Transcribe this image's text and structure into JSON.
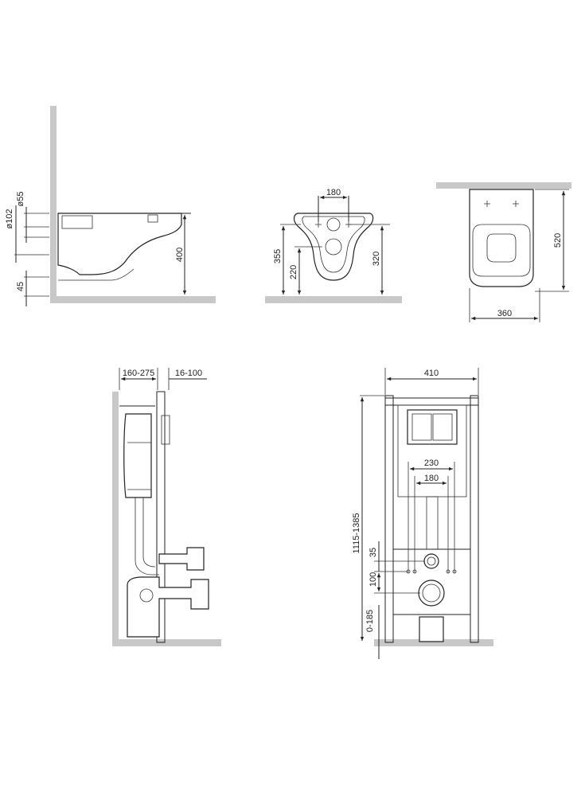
{
  "views": {
    "side_view": {
      "dim_height": "400",
      "dim_d102": "ø102",
      "dim_d55": "ø55",
      "dim_45": "45"
    },
    "front_view": {
      "dim_180": "180",
      "dim_355": "355",
      "dim_220": "220",
      "dim_320": "320"
    },
    "top_view": {
      "dim_520": "520",
      "dim_360": "360"
    },
    "frame_side": {
      "dim_160_275": "160-275",
      "dim_16_100": "16-100"
    },
    "frame_front": {
      "dim_410": "410",
      "dim_230": "230",
      "dim_180": "180",
      "dim_1115_1385": "1115-1385",
      "dim_35": "35",
      "dim_100": "100",
      "dim_0_185": "0-185"
    }
  }
}
